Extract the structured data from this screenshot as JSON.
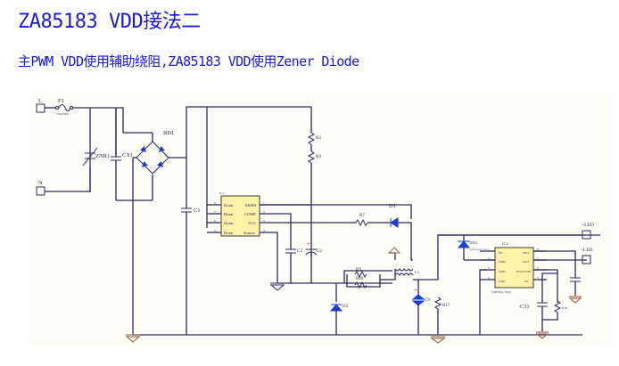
{
  "title": "ZA85183 VDD接法二",
  "subtitle": "主PWM VDD使用辅助绕阻,ZA85183 VDD使用Zener Diode",
  "schematic": {
    "terminals": {
      "L": "L",
      "N": "N",
      "led_plus": "+LED",
      "led_minus": "-LED"
    },
    "components": {
      "F1": "F1",
      "F1_value": "T1A250V",
      "ZNR1": "ZNR1",
      "CX1": "CX1",
      "BD1": "BD1",
      "C1": "C1",
      "IC1": "IC1",
      "R3": "R3",
      "R4": "R4",
      "R7": "R7",
      "D1": "D1",
      "C2": "C2",
      "C3": "C3",
      "R9": "R9",
      "R10": "R10",
      "D3": "D3",
      "L1": "L1",
      "C9": "C9",
      "R17": "R17",
      "ZD1": "ZD1",
      "ZD1_value": "BZV55C4V7-5V6",
      "IC2": "IC2",
      "IC2_part": "ZA85183A_TSO-6",
      "C11": "C11",
      "R18": "R18"
    },
    "ic1_pins": {
      "left": [
        {
          "num": "8",
          "name": "Drain"
        },
        {
          "num": "7",
          "name": "Drain"
        },
        {
          "num": "6",
          "name": "Drain"
        },
        {
          "num": "5",
          "name": "Drain"
        }
      ],
      "right": [
        {
          "num": "1",
          "name": "MSEN"
        },
        {
          "num": "2",
          "name": "COMP"
        },
        {
          "num": "3",
          "name": "VCC"
        },
        {
          "num": "4",
          "name": "Source"
        }
      ]
    },
    "ic2_pins": {
      "left": [
        {
          "num": "1",
          "name": "NC"
        },
        {
          "num": "2",
          "name": "VDD"
        },
        {
          "num": "3",
          "name": "GND"
        },
        {
          "num": "4",
          "name": "GND"
        }
      ],
      "right": [
        {
          "num": "8",
          "name": "OUT"
        },
        {
          "num": "7",
          "name": "OUT"
        },
        {
          "num": "6",
          "name": "EN/CCOM"
        },
        {
          "num": "5",
          "name": "NC"
        }
      ]
    }
  }
}
